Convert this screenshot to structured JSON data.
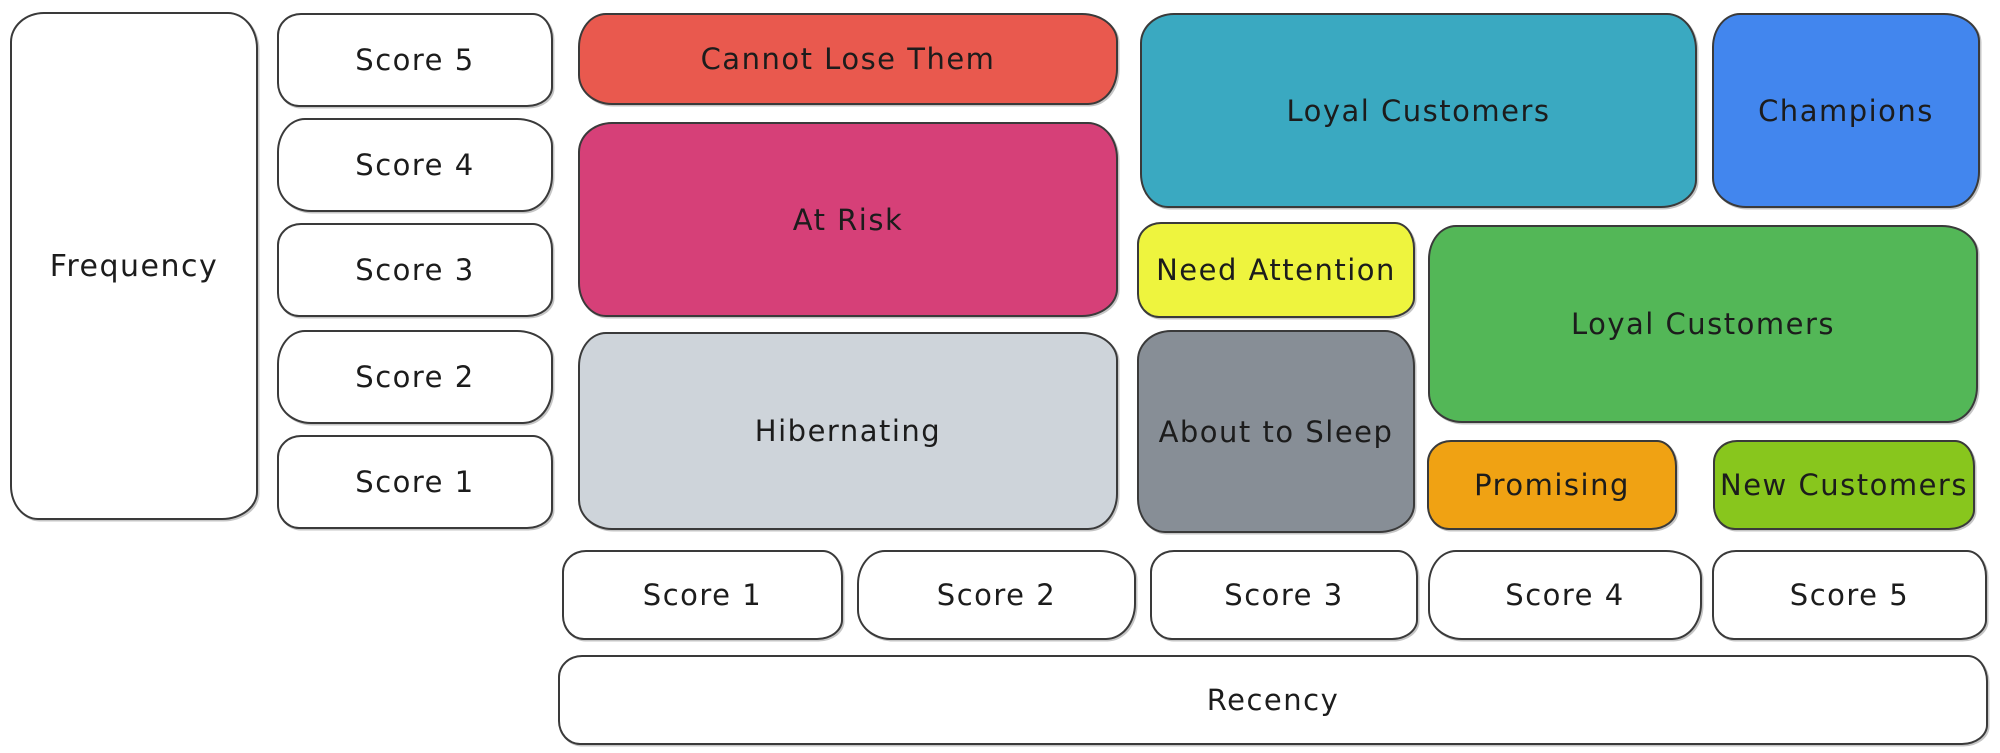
{
  "axes": {
    "frequency": {
      "label": "Frequency",
      "scores": [
        "Score 5",
        "Score 4",
        "Score 3",
        "Score 2",
        "Score 1"
      ]
    },
    "recency": {
      "label": "Recency",
      "scores": [
        "Score 1",
        "Score 2",
        "Score 3",
        "Score 4",
        "Score 5"
      ]
    }
  },
  "segments": {
    "cannot_lose_them": {
      "label": "Cannot Lose Them",
      "color": "#e9594e"
    },
    "at_risk": {
      "label": "At Risk",
      "color": "#d64078"
    },
    "hibernating": {
      "label": "Hibernating",
      "color": "#ced4da"
    },
    "loyal_customers_top": {
      "label": "Loyal Customers",
      "color": "#3aa9c1"
    },
    "champions": {
      "label": "Champions",
      "color": "#4286ee"
    },
    "need_attention": {
      "label": "Need Attention",
      "color": "#eef43e"
    },
    "about_to_sleep": {
      "label": "About to Sleep",
      "color": "#878e96"
    },
    "loyal_customers_right": {
      "label": "Loyal Customers",
      "color": "#53b757"
    },
    "promising": {
      "label": "Promising",
      "color": "#f0a213"
    },
    "new_customers": {
      "label": "New Customers",
      "color": "#88c61d"
    }
  },
  "colors": {
    "stroke": "#3a3a3a",
    "text": "#1c1c1c",
    "canvas": "#ffffff"
  }
}
